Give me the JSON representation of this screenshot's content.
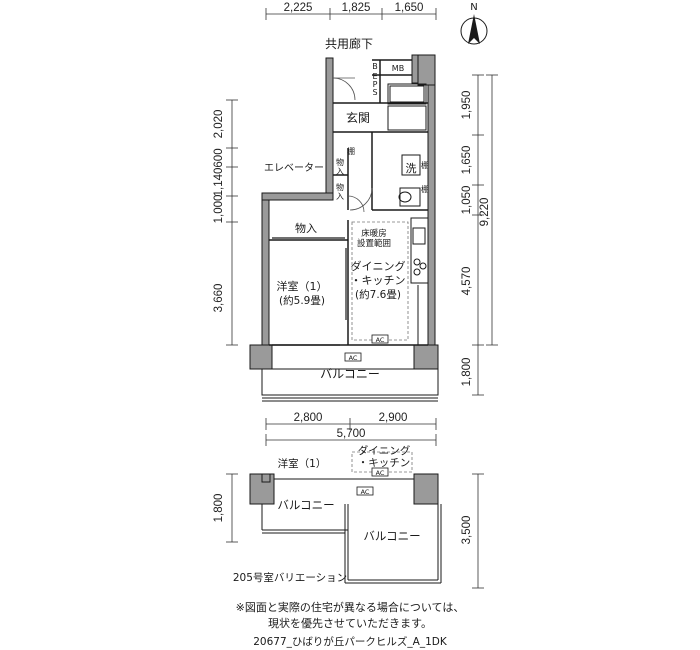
{
  "compass": {
    "label": "N",
    "icon": "north-arrow-icon"
  },
  "dimensions": {
    "top": [
      "2,225",
      "1,825",
      "1,650"
    ],
    "left_upper": [
      "2,020",
      "600",
      "1,140",
      "1,000",
      "3,660"
    ],
    "right_upper": [
      "1,950",
      "1,650",
      "1,050",
      "4,570",
      "1,800"
    ],
    "right_total": "9,220",
    "bottom_parts": [
      "2,800",
      "2,900"
    ],
    "bottom_total": "5,700",
    "variation_left": "1,800",
    "variation_right": "3,500"
  },
  "rooms": {
    "corridor": "共用廊下",
    "mb": "MB",
    "b": "B",
    "eps": [
      "E",
      "P",
      "S"
    ],
    "entrance": "玄関",
    "elevator": "エレベーター",
    "shelf_1": "棚",
    "shelf_2": "棚",
    "shelf_3": "棚",
    "storage_small_1": [
      "物",
      "入"
    ],
    "storage_small_2": [
      "物",
      "入"
    ],
    "wash": "洗",
    "storage": "物入",
    "floor_heating": [
      "床暖房",
      "設置範囲"
    ],
    "dining_kitchen": [
      "ダイニング",
      "・キッチン",
      "(約7.6畳)"
    ],
    "western_room": [
      "洋室（1）",
      "(約5.9畳)"
    ],
    "ac_1": "AC",
    "ac_2": "AC",
    "balcony": "バルコニー"
  },
  "variation": {
    "western_room": "洋室（1）",
    "dining_kitchen": [
      "ダイニング",
      "・キッチン"
    ],
    "ac_1": "AC",
    "ac_2": "AC",
    "balcony_1": "バルコニー",
    "balcony_2": "バルコニー",
    "caption": "205号室バリエーション"
  },
  "notes": {
    "line1": "※図面と実際の住宅が異なる場合については、",
    "line2": "現状を優先させていただきます。"
  },
  "footer": {
    "code": "20677_ひばりが丘パークヒルズ_A_1DK"
  }
}
